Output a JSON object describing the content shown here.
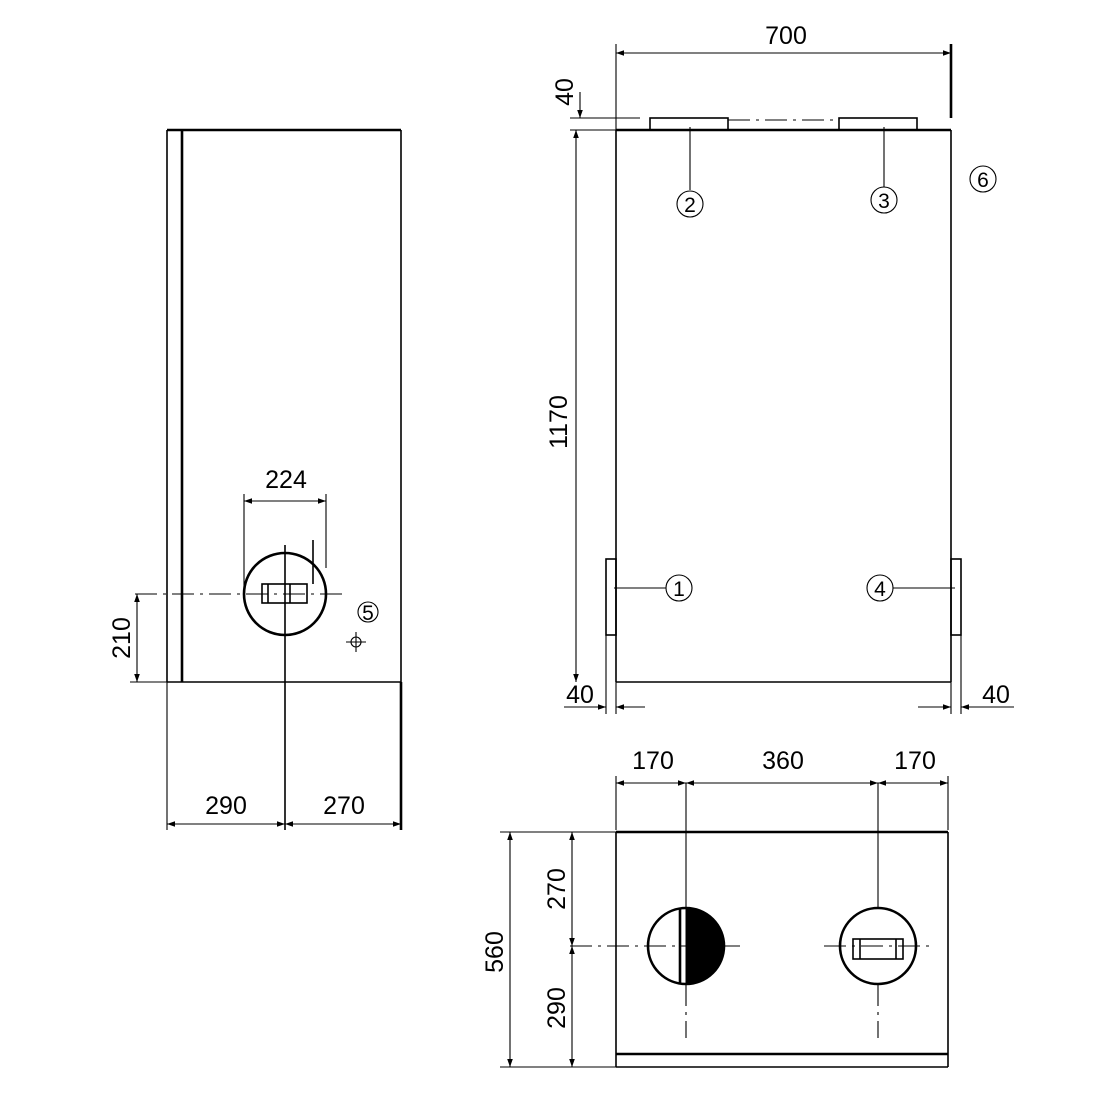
{
  "side_view": {
    "dim_width": "224",
    "dim_height": "210",
    "dim_left": "290",
    "dim_right": "270",
    "marker_5": "5"
  },
  "front_view": {
    "dim_width": "700",
    "dim_top_offset": "40",
    "dim_height": "1170",
    "dim_bottom_left": "40",
    "dim_bottom_right": "40",
    "marker_1": "1",
    "marker_2": "2",
    "marker_3": "3",
    "marker_4": "4",
    "marker_6": "6"
  },
  "top_view": {
    "dim_left": "170",
    "dim_middle": "360",
    "dim_right": "170",
    "dim_total_depth": "560",
    "dim_upper": "270",
    "dim_lower": "290"
  }
}
